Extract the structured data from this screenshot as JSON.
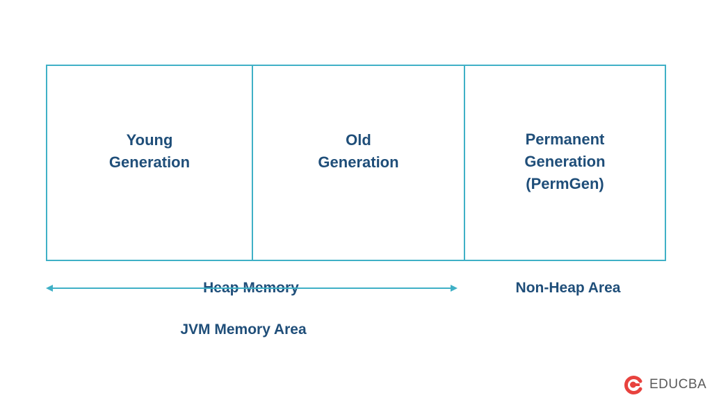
{
  "compartments": [
    {
      "label": "Young\nGeneration"
    },
    {
      "label": "Old\nGeneration"
    },
    {
      "label": "Permanent\nGeneration\n(PermGen)"
    }
  ],
  "labels": {
    "heap": "Heap Memory",
    "non_heap": "Non-Heap Area",
    "jvm": "JVM Memory Area"
  },
  "brand": {
    "name": "EDUCBA",
    "icon": "educba-logo-icon"
  },
  "colors": {
    "border": "#3fb0c6",
    "text": "#1f4e79",
    "arrow": "#3fb0c6",
    "brand_red": "#e8423e"
  }
}
